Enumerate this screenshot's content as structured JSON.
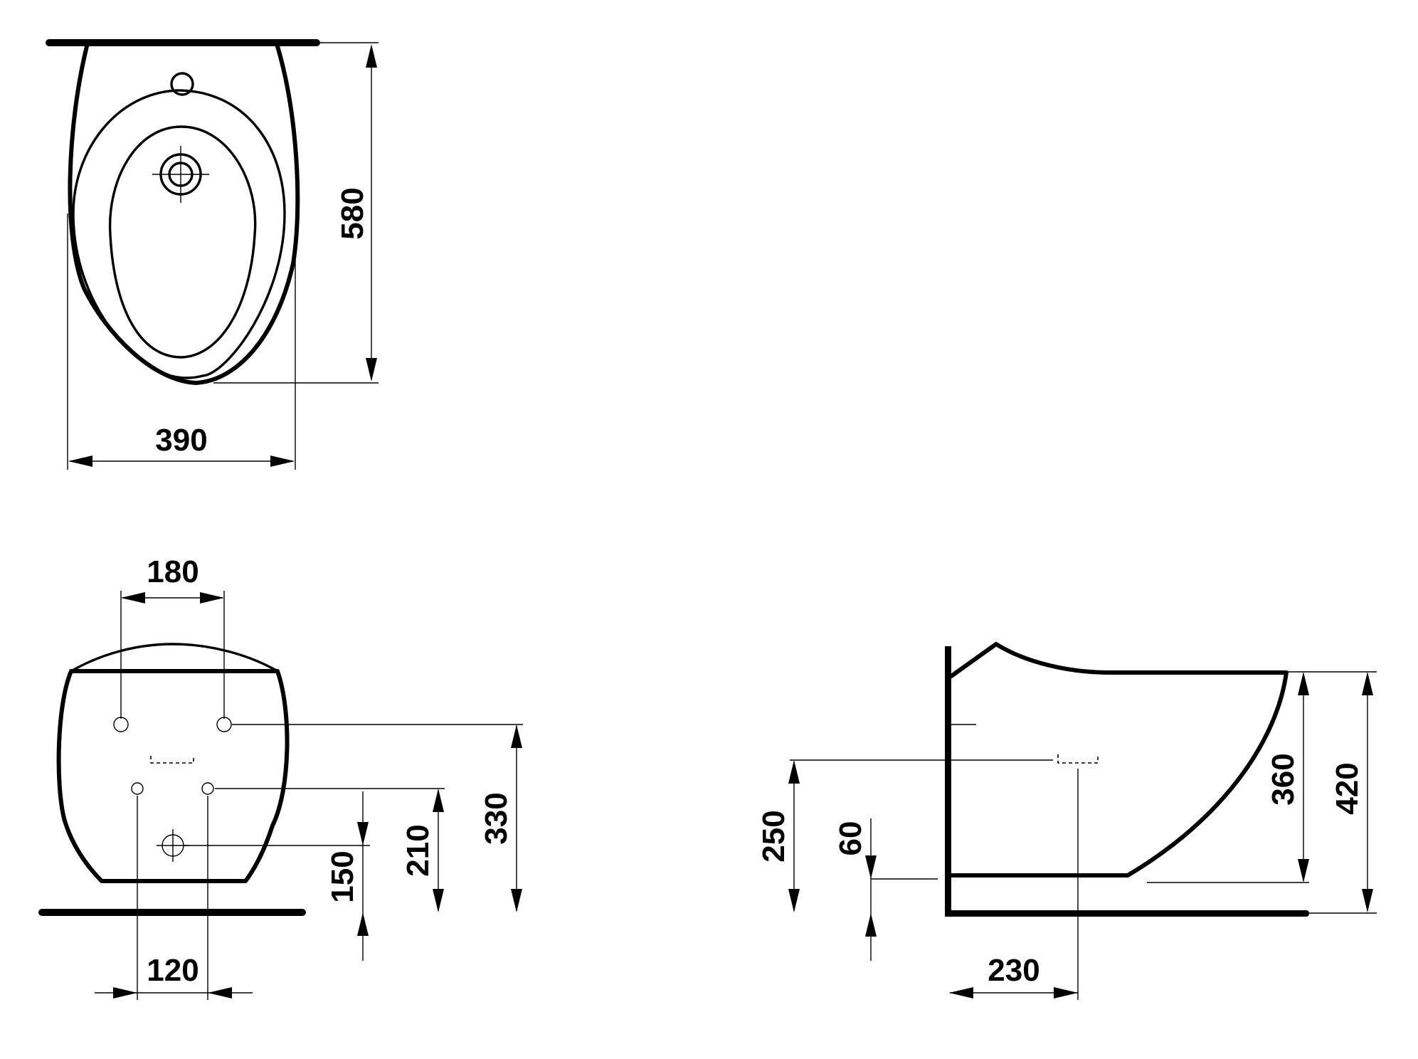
{
  "top_view": {
    "length": "580",
    "width": "390"
  },
  "front_view": {
    "fixing_hole_spacing": "180",
    "lower_hole_spacing": "120",
    "drain_height": "150",
    "lower_hole_height": "210",
    "upper_hole_height": "330"
  },
  "side_view": {
    "supply_height": "250",
    "drain_offset": "60",
    "supply_depth": "230",
    "bowl_height": "360",
    "total_height": "420"
  }
}
